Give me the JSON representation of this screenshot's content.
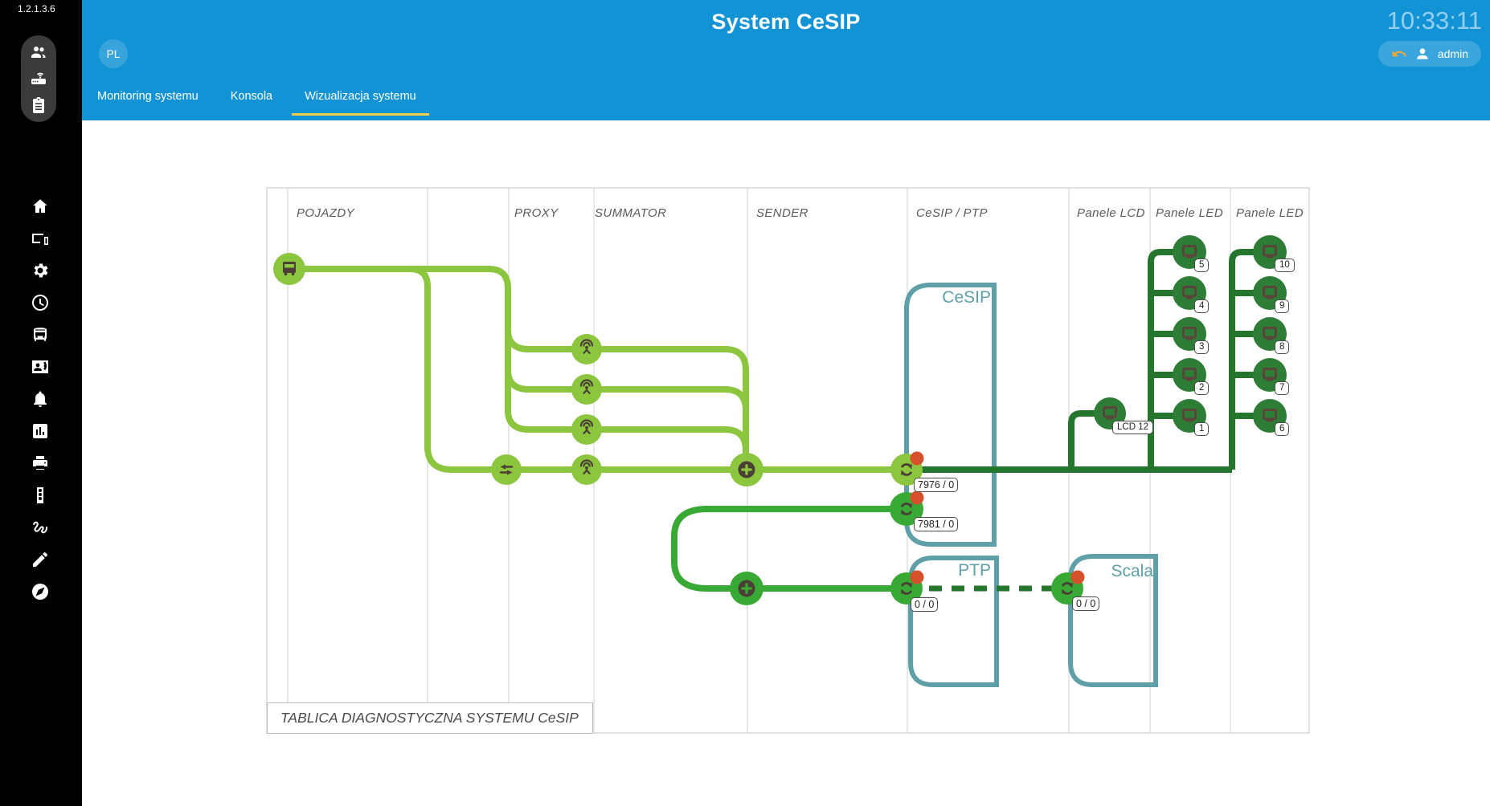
{
  "app": {
    "version": "1.2.1.3.6",
    "title": "System CeSIP",
    "clock": "10:33:11",
    "user": "admin",
    "language": "PL"
  },
  "tabs": [
    {
      "label": "Monitoring systemu",
      "active": false
    },
    {
      "label": "Konsola",
      "active": false
    },
    {
      "label": "Wizualizacja systemu",
      "active": true
    }
  ],
  "sidebar": {
    "pill_icons": [
      "users-icon",
      "router-icon",
      "clipboard-icon"
    ],
    "nav_icons": [
      "home-icon",
      "devices-icon",
      "settings-icon",
      "clock-icon",
      "bus-icon",
      "contacts-icon",
      "notifications-icon",
      "stats-icon",
      "print-icon",
      "traffic-light-icon",
      "gesture-icon",
      "edit-icon",
      "explore-icon"
    ]
  },
  "diagram": {
    "board_title": "TABLICA DIAGNOSTYCZNA SYSTEMU CeSIP",
    "columns": [
      "POJAZDY",
      "PROXY",
      "SUMMATOR",
      "SENDER",
      "CeSIP / PTP",
      "Panele LCD",
      "Panele LED",
      "Panele LED"
    ],
    "groups": {
      "cesip": "CeSIP",
      "ptp": "PTP",
      "scala": "Scala"
    },
    "counters": {
      "cesip_main": "7976 / 0",
      "cesip_alt": "7981 / 0",
      "ptp": "0 / 0",
      "scala": "0 / 0"
    },
    "lcd_label": "LCD 12",
    "led_left": [
      "5",
      "4",
      "3",
      "2",
      "1"
    ],
    "led_right": [
      "10",
      "9",
      "8",
      "7",
      "6"
    ],
    "colors": {
      "header_blue": "#1193d6",
      "tab_underline_yellow": "#f7ce46",
      "light_green": "#8CC63F",
      "medium_green": "#39A935",
      "dark_green": "#24752E",
      "led_green": "#2E7D36",
      "teal": "#5FA0A8",
      "alert_red": "#D7502C"
    }
  }
}
